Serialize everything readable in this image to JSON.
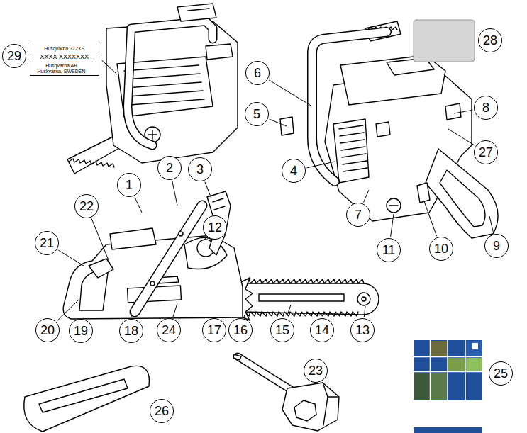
{
  "diagram": {
    "nodes": [
      {
        "text": [
          "1"
        ]
      },
      {
        "text": [
          "2"
        ]
      },
      {
        "text": [
          "3"
        ]
      },
      {
        "text": [
          "4"
        ]
      },
      {
        "text": [
          "5"
        ]
      },
      {
        "text": [
          "6"
        ]
      },
      {
        "text": [
          "7"
        ]
      },
      {
        "text": [
          "8"
        ]
      },
      {
        "text": [
          "9"
        ]
      },
      {
        "text": [
          "10"
        ]
      },
      {
        "text": [
          "11"
        ]
      },
      {
        "text": [
          "12"
        ]
      },
      {
        "text": [
          "13"
        ]
      },
      {
        "text": [
          "14"
        ]
      },
      {
        "text": [
          "15"
        ]
      },
      {
        "text": [
          "16"
        ]
      },
      {
        "text": [
          "17"
        ]
      },
      {
        "text": [
          "18"
        ]
      },
      {
        "text": [
          "19"
        ]
      },
      {
        "text": [
          "20"
        ]
      },
      {
        "text": [
          "21"
        ]
      },
      {
        "text": [
          "22"
        ]
      },
      {
        "text": [
          "23"
        ]
      },
      {
        "text": [
          "24"
        ]
      },
      {
        "text": [
          "25"
        ]
      },
      {
        "text": [
          "26"
        ]
      },
      {
        "text": [
          "27"
        ]
      },
      {
        "text": [
          "28"
        ]
      },
      {
        "text": [
          "29"
        ]
      },
      {
        "text": [
          "Husqvarna 372XP",
          "XXXX XXXXXXX",
          "Husqvarna AB Huskvarna, SWEDEN"
        ]
      }
    ]
  }
}
